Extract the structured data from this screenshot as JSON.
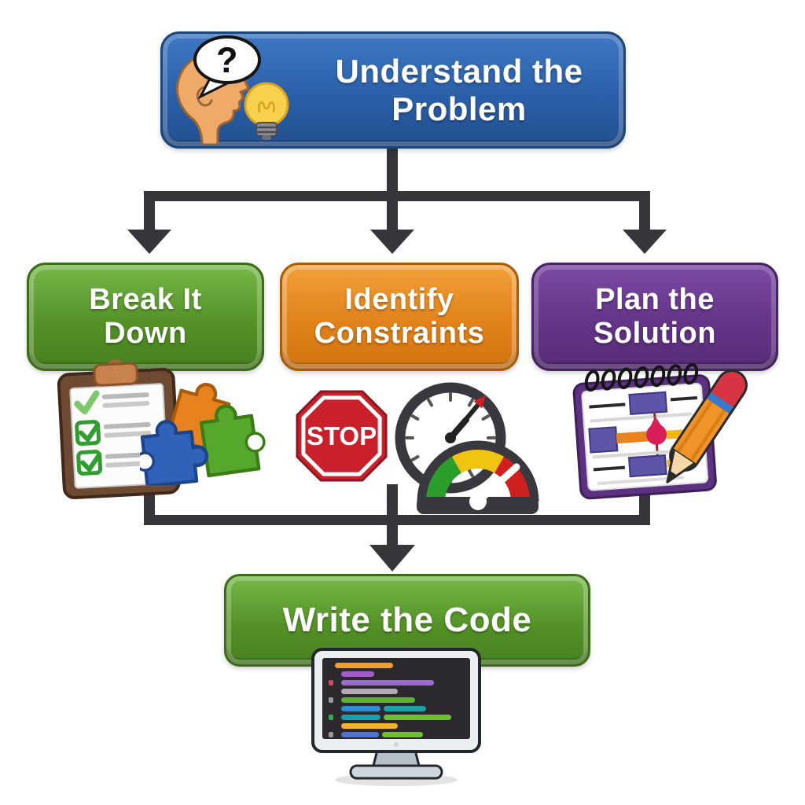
{
  "flowchart": {
    "nodes": {
      "understand": {
        "label": "Understand the\nProblem",
        "fill": "#2b5fa8"
      },
      "break_down": {
        "label": "Break It\nDown",
        "fill": "#549227"
      },
      "identify": {
        "label": "Identify\nConstraints",
        "fill": "#e2821a"
      },
      "plan": {
        "label": "Plan the\nSolution",
        "fill": "#643488"
      },
      "write_code": {
        "label": "Write the Code",
        "fill": "#549227"
      }
    },
    "texts": {
      "question_mark": "?",
      "stop_sign": "STOP"
    },
    "connector_color": "#35353a",
    "background": "#ffffff",
    "icons": {
      "understand": [
        "thinking-head-icon",
        "question-bubble-icon",
        "lightbulb-icon"
      ],
      "break_down": [
        "checklist-clipboard-icon",
        "puzzle-pieces-icon"
      ],
      "identify": [
        "stop-sign-icon",
        "clock-icon",
        "speed-gauge-icon"
      ],
      "plan": [
        "planner-notepad-icon",
        "pencil-icon"
      ],
      "write_code": [
        "code-monitor-icon"
      ]
    }
  }
}
